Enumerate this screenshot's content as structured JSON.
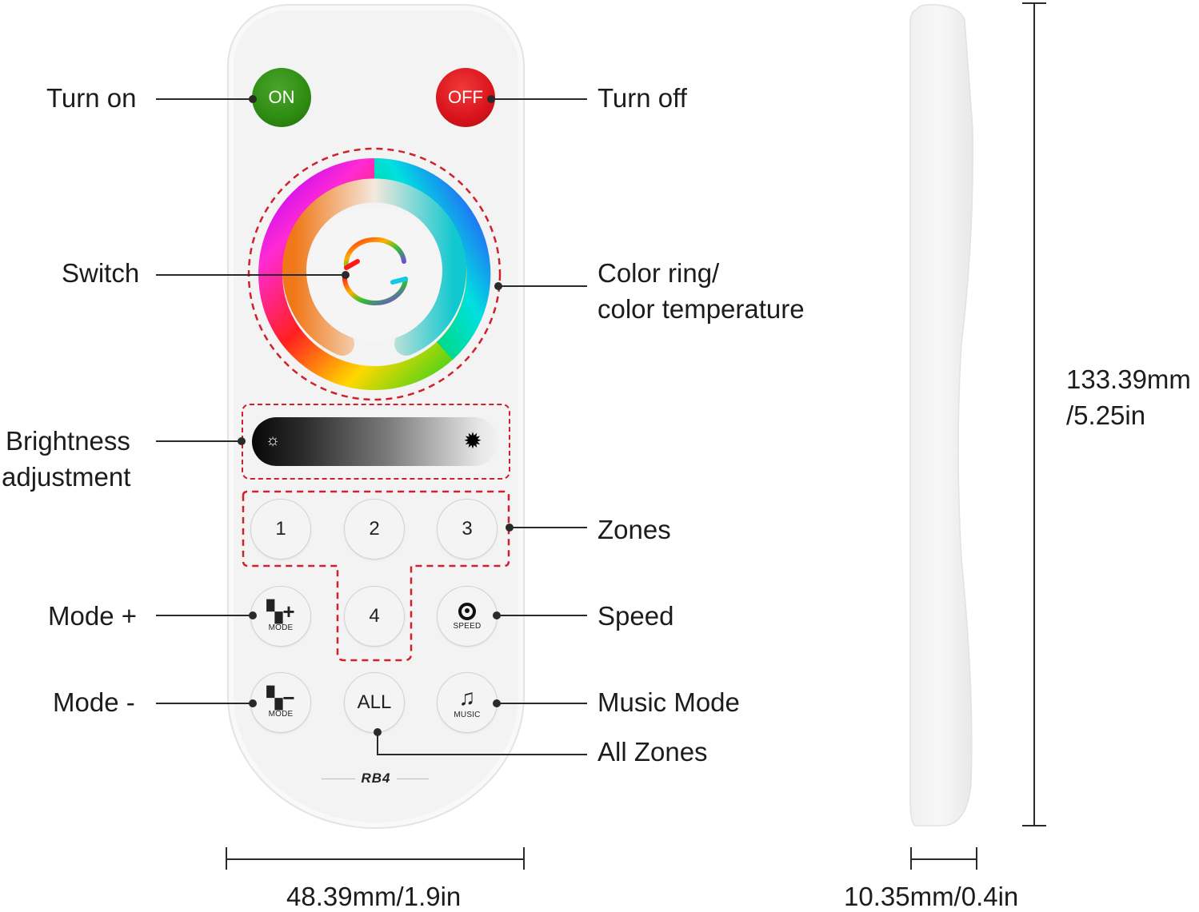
{
  "remote": {
    "model": "RB4",
    "power": {
      "on_label": "ON",
      "off_label": "OFF",
      "on_color": "#2e8b12",
      "off_color": "#d9131b"
    },
    "zone_buttons": [
      "1",
      "2",
      "3",
      "4"
    ],
    "all_button": "ALL",
    "mode_plus_caption": "MODE",
    "mode_minus_caption": "MODE",
    "speed_caption": "SPEED",
    "music_caption": "MUSIC"
  },
  "callouts": {
    "turn_on": "Turn on",
    "turn_off": "Turn off",
    "switch": "Switch",
    "color_ring_line1": "Color ring/",
    "color_ring_line2": "color temperature",
    "brightness_line1": "Brightness",
    "brightness_line2": "adjustment",
    "zones": "Zones",
    "mode_plus": "Mode +",
    "speed": "Speed",
    "mode_minus": "Mode -",
    "music_mode": "Music Mode",
    "all_zones": "All Zones"
  },
  "dimensions": {
    "width": "48.39mm/1.9in",
    "thickness": "10.35mm/0.4in",
    "height_line1": "133.39mm",
    "height_line2": "/5.25in"
  },
  "colors": {
    "annotation_red": "#d0202b",
    "line": "#2a2a2a"
  }
}
